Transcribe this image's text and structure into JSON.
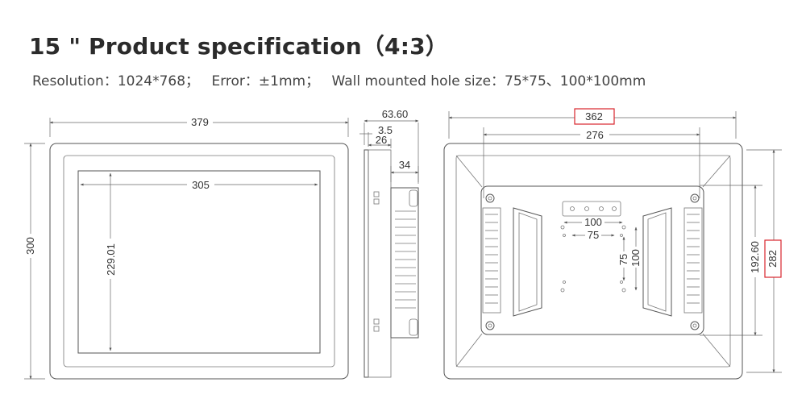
{
  "header": {
    "title": "15 \" Product specification（4:3）",
    "specs": [
      "Resolution：1024*768；",
      "Error：±1mm；",
      "Wall mounted hole size：75*75、100*100mm"
    ]
  },
  "front_view": {
    "width_label": "379",
    "height_label": "300",
    "display_width_label": "305",
    "display_height_label": "229.01"
  },
  "side_view": {
    "depth_label": "63.60",
    "bezel_label": "3.5",
    "front_label": "26",
    "back_label": "34"
  },
  "back_view": {
    "cutout_width_label": "362",
    "hole_span_label": "276",
    "cutout_height_label": "282",
    "hole_height_label": "192.60",
    "vesa_100_h_label": "100",
    "vesa_75_h_label": "75",
    "vesa_75_v_label": "75",
    "vesa_100_v_label": "100"
  },
  "colors": {
    "highlight": "#d9262d",
    "line": "#555555"
  }
}
